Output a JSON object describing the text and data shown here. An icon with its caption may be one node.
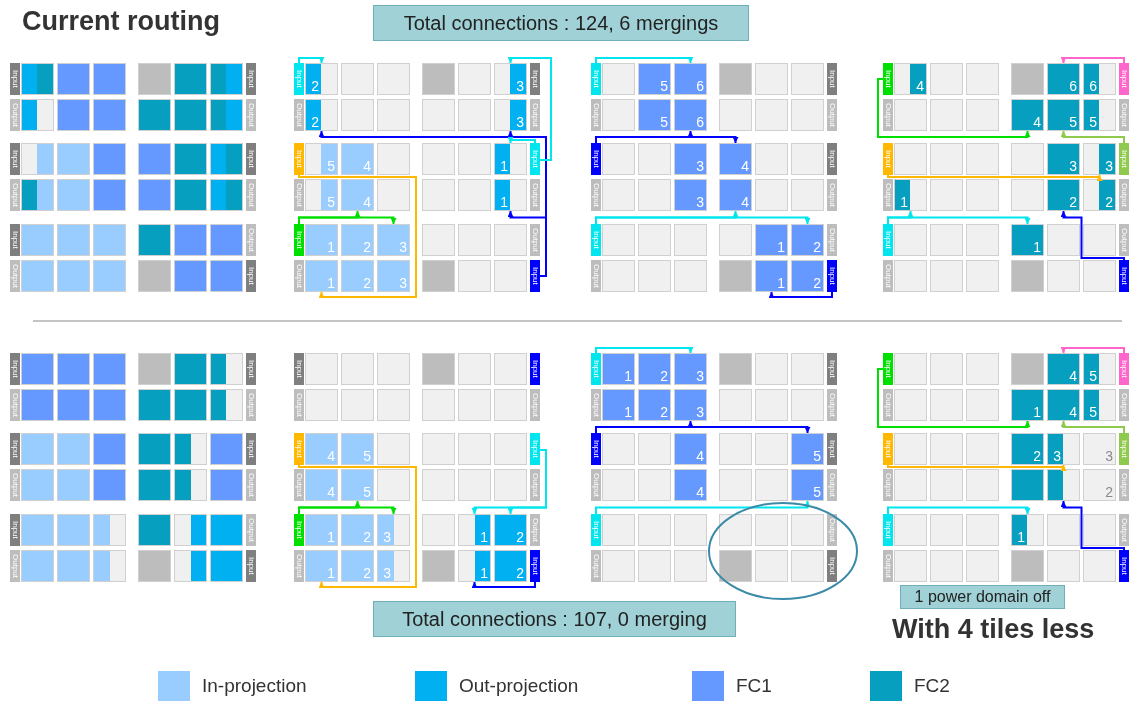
{
  "diagram": {
    "title": "Current routing",
    "nodes": [
      {
        "text": [
          "Total connections : 124, 6 mergings"
        ]
      },
      {
        "text": [
          "1 power domain off"
        ]
      },
      {
        "text": [
          "Total connections : 107, 0 merging"
        ]
      },
      {
        "text": [
          "Input"
        ]
      },
      {
        "text": [],
        "shape": "box"
      },
      {
        "text": [],
        "shape": "box"
      },
      {
        "text": [],
        "shape": "box"
      },
      {
        "text": [],
        "shape": "box"
      },
      {
        "text": [],
        "shape": "box"
      },
      {
        "text": [],
        "shape": "box"
      },
      {
        "text": [
          "Input"
        ]
      },
      {
        "text": [
          "Output"
        ]
      },
      {
        "text": [],
        "shape": "box"
      },
      {
        "text": [],
        "shape": "box"
      },
      {
        "text": [],
        "shape": "box"
      },
      {
        "text": [],
        "shape": "box"
      },
      {
        "text": [],
        "shape": "box"
      },
      {
        "text": [],
        "shape": "box"
      },
      {
        "text": [
          "Output"
        ]
      },
      {
        "text": [
          "Input"
        ]
      },
      {
        "text": [],
        "shape": "box"
      },
      {
        "text": [],
        "shape": "box"
      },
      {
        "text": [],
        "shape": "box"
      },
      {
        "text": [],
        "shape": "box"
      },
      {
        "text": [],
        "shape": "box"
      },
      {
        "text": [],
        "shape": "box"
      },
      {
        "text": [
          "Input"
        ]
      },
      {
        "text": [
          "Output"
        ]
      },
      {
        "text": [],
        "shape": "box"
      },
      {
        "text": [],
        "shape": "box"
      },
      {
        "text": [],
        "shape": "box"
      },
      {
        "text": [],
        "shape": "box"
      },
      {
        "text": [],
        "shape": "box"
      },
      {
        "text": [],
        "shape": "box"
      },
      {
        "text": [
          "Output"
        ]
      },
      {
        "text": [
          "Input"
        ]
      },
      {
        "text": [],
        "shape": "box"
      },
      {
        "text": [],
        "shape": "box"
      },
      {
        "text": [],
        "shape": "box"
      },
      {
        "text": [],
        "shape": "box"
      },
      {
        "text": [],
        "shape": "box"
      },
      {
        "text": [],
        "shape": "box"
      },
      {
        "text": [
          "Output"
        ]
      },
      {
        "text": [
          "Output"
        ]
      },
      {
        "text": [],
        "shape": "box"
      },
      {
        "text": [],
        "shape": "box"
      },
      {
        "text": [],
        "shape": "box"
      },
      {
        "text": [],
        "shape": "box"
      },
      {
        "text": [],
        "shape": "box"
      },
      {
        "text": [],
        "shape": "box"
      },
      {
        "text": [
          "Input"
        ]
      },
      {
        "text": [
          "Input"
        ]
      },
      {
        "text": [
          "2"
        ]
      },
      {
        "text": [],
        "shape": "box"
      },
      {
        "text": [],
        "shape": "box"
      },
      {
        "text": [],
        "shape": "box"
      },
      {
        "text": [],
        "shape": "box"
      },
      {
        "text": [
          "3"
        ]
      },
      {
        "text": [
          "Input"
        ]
      },
      {
        "text": [
          "Output"
        ]
      },
      {
        "text": [
          "2"
        ]
      },
      {
        "text": [],
        "shape": "box"
      },
      {
        "text": [],
        "shape": "box"
      },
      {
        "text": [],
        "shape": "box"
      },
      {
        "text": [],
        "shape": "box"
      },
      {
        "text": [
          "3"
        ]
      },
      {
        "text": [
          "Output"
        ]
      },
      {
        "text": [
          "Input"
        ]
      },
      {
        "text": [
          "5"
        ]
      },
      {
        "text": [
          "4"
        ]
      },
      {
        "text": [],
        "shape": "box"
      },
      {
        "text": [],
        "shape": "box"
      },
      {
        "text": [],
        "shape": "box"
      },
      {
        "text": [
          "1"
        ]
      },
      {
        "text": [
          "Input"
        ]
      },
      {
        "text": [
          "Output"
        ]
      },
      {
        "text": [
          "5"
        ]
      },
      {
        "text": [
          "4"
        ]
      },
      {
        "text": [],
        "shape": "box"
      },
      {
        "text": [],
        "shape": "box"
      },
      {
        "text": [],
        "shape": "box"
      },
      {
        "text": [
          "1"
        ]
      },
      {
        "text": [
          "Output"
        ]
      },
      {
        "text": [
          "Input"
        ]
      },
      {
        "text": [
          "1"
        ]
      },
      {
        "text": [
          "2"
        ]
      },
      {
        "text": [
          "3"
        ]
      },
      {
        "text": [],
        "shape": "box"
      },
      {
        "text": [],
        "shape": "box"
      },
      {
        "text": [],
        "shape": "box"
      },
      {
        "text": [
          "Output"
        ]
      },
      {
        "text": [
          "Output"
        ]
      },
      {
        "text": [
          "1"
        ]
      },
      {
        "text": [
          "2"
        ]
      },
      {
        "text": [
          "3"
        ]
      },
      {
        "text": [],
        "shape": "box"
      },
      {
        "text": [],
        "shape": "box"
      },
      {
        "text": [],
        "shape": "box"
      },
      {
        "text": [
          "Input"
        ]
      },
      {
        "text": [
          "Input"
        ]
      },
      {
        "text": [],
        "shape": "box"
      },
      {
        "text": [
          "5"
        ]
      },
      {
        "text": [
          "6"
        ]
      },
      {
        "text": [],
        "shape": "box"
      },
      {
        "text": [],
        "shape": "box"
      },
      {
        "text": [],
        "shape": "box"
      },
      {
        "text": [
          "Input"
        ]
      },
      {
        "text": [
          "Output"
        ]
      },
      {
        "text": [],
        "shape": "box"
      },
      {
        "text": [
          "5"
        ]
      },
      {
        "text": [
          "6"
        ]
      },
      {
        "text": [],
        "shape": "box"
      },
      {
        "text": [],
        "shape": "box"
      },
      {
        "text": [],
        "shape": "box"
      },
      {
        "text": [
          "Output"
        ]
      },
      {
        "text": [
          "Input"
        ]
      },
      {
        "text": [],
        "shape": "box"
      },
      {
        "text": [],
        "shape": "box"
      },
      {
        "text": [
          "3"
        ]
      },
      {
        "text": [
          "4"
        ]
      },
      {
        "text": [],
        "shape": "box"
      },
      {
        "text": [],
        "shape": "box"
      },
      {
        "text": [
          "Input"
        ]
      },
      {
        "text": [
          "Output"
        ]
      },
      {
        "text": [],
        "shape": "box"
      },
      {
        "text": [],
        "shape": "box"
      },
      {
        "text": [
          "3"
        ]
      },
      {
        "text": [
          "4"
        ]
      },
      {
        "text": [],
        "shape": "box"
      },
      {
        "text": [],
        "shape": "box"
      },
      {
        "text": [
          "Output"
        ]
      },
      {
        "text": [
          "Input"
        ]
      },
      {
        "text": [],
        "shape": "box"
      },
      {
        "text": [],
        "shape": "box"
      },
      {
        "text": [],
        "shape": "box"
      },
      {
        "text": [],
        "shape": "box"
      },
      {
        "text": [
          "1"
        ]
      },
      {
        "text": [
          "2"
        ]
      },
      {
        "text": [
          "Output"
        ]
      },
      {
        "text": [
          "Output"
        ]
      },
      {
        "text": [],
        "shape": "box"
      },
      {
        "text": [],
        "shape": "box"
      },
      {
        "text": [],
        "shape": "box"
      },
      {
        "text": [],
        "shape": "box"
      },
      {
        "text": [
          "1"
        ]
      },
      {
        "text": [
          "2"
        ]
      },
      {
        "text": [
          "Input"
        ]
      },
      {
        "text": [
          "Input"
        ]
      },
      {
        "text": [
          "4"
        ]
      },
      {
        "text": [],
        "shape": "box"
      },
      {
        "text": [],
        "shape": "box"
      },
      {
        "text": [],
        "shape": "box"
      },
      {
        "text": [
          "6"
        ]
      },
      {
        "text": [
          "6"
        ]
      },
      {
        "text": [
          "Input"
        ]
      },
      {
        "text": [
          "Output"
        ]
      },
      {
        "text": [],
        "shape": "box"
      },
      {
        "text": [],
        "shape": "box"
      },
      {
        "text": [],
        "shape": "box"
      },
      {
        "text": [
          "4"
        ]
      },
      {
        "text": [
          "5"
        ]
      },
      {
        "text": [
          "5"
        ]
      },
      {
        "text": [
          "Output"
        ]
      },
      {
        "text": [
          "Input"
        ]
      },
      {
        "text": [],
        "shape": "box"
      },
      {
        "text": [],
        "shape": "box"
      },
      {
        "text": [],
        "shape": "box"
      },
      {
        "text": [],
        "shape": "box"
      },
      {
        "text": [
          "3"
        ]
      },
      {
        "text": [
          "3"
        ]
      },
      {
        "text": [
          "Input"
        ]
      },
      {
        "text": [
          "Output"
        ]
      },
      {
        "text": [
          "1"
        ]
      },
      {
        "text": [],
        "shape": "box"
      },
      {
        "text": [],
        "shape": "box"
      },
      {
        "text": [],
        "shape": "box"
      },
      {
        "text": [
          "2"
        ]
      },
      {
        "text": [
          "2"
        ]
      },
      {
        "text": [
          "Output"
        ]
      },
      {
        "text": [
          "Input"
        ]
      },
      {
        "text": [],
        "shape": "box"
      },
      {
        "text": [],
        "shape": "box"
      },
      {
        "text": [],
        "shape": "box"
      },
      {
        "text": [
          "1"
        ]
      },
      {
        "text": [],
        "shape": "box"
      },
      {
        "text": [],
        "shape": "box"
      },
      {
        "text": [
          "Output"
        ]
      },
      {
        "text": [
          "Output"
        ]
      },
      {
        "text": [],
        "shape": "box"
      },
      {
        "text": [],
        "shape": "box"
      },
      {
        "text": [],
        "shape": "box"
      },
      {
        "text": [],
        "shape": "box"
      },
      {
        "text": [],
        "shape": "box"
      },
      {
        "text": [],
        "shape": "box"
      },
      {
        "text": [
          "Input"
        ]
      },
      {
        "text": [
          "Input"
        ]
      },
      {
        "text": [],
        "shape": "box"
      },
      {
        "text": [],
        "shape": "box"
      },
      {
        "text": [],
        "shape": "box"
      },
      {
        "text": [],
        "shape": "box"
      },
      {
        "text": [],
        "shape": "box"
      },
      {
        "text": [],
        "shape": "box"
      },
      {
        "text": [
          "Input"
        ]
      },
      {
        "text": [
          "Output"
        ]
      },
      {
        "text": [],
        "shape": "box"
      },
      {
        "text": [],
        "shape": "box"
      },
      {
        "text": [],
        "shape": "box"
      },
      {
        "text": [],
        "shape": "box"
      },
      {
        "text": [],
        "shape": "box"
      },
      {
        "text": [],
        "shape": "box"
      },
      {
        "text": [
          "Output"
        ]
      },
      {
        "text": [
          "Input"
        ]
      },
      {
        "text": [],
        "shape": "box"
      },
      {
        "text": [],
        "shape": "box"
      },
      {
        "text": [],
        "shape": "box"
      },
      {
        "text": [],
        "shape": "box"
      },
      {
        "text": [],
        "shape": "box"
      },
      {
        "text": [],
        "shape": "box"
      },
      {
        "text": [
          "Input"
        ]
      },
      {
        "text": [
          "Output"
        ]
      },
      {
        "text": [],
        "shape": "box"
      },
      {
        "text": [],
        "shape": "box"
      },
      {
        "text": [],
        "shape": "box"
      },
      {
        "text": [],
        "shape": "box"
      },
      {
        "text": [],
        "shape": "box"
      },
      {
        "text": [],
        "shape": "box"
      },
      {
        "text": [
          "Output"
        ]
      },
      {
        "text": [
          "Input"
        ]
      },
      {
        "text": [],
        "shape": "box"
      },
      {
        "text": [],
        "shape": "box"
      },
      {
        "text": [],
        "shape": "box"
      },
      {
        "text": [],
        "shape": "box"
      },
      {
        "text": [],
        "shape": "box"
      },
      {
        "text": [],
        "shape": "box"
      },
      {
        "text": [
          "Output"
        ]
      },
      {
        "text": [
          "Output"
        ]
      },
      {
        "text": [],
        "shape": "box"
      },
      {
        "text": [],
        "shape": "box"
      },
      {
        "text": [],
        "shape": "box"
      },
      {
        "text": [],
        "shape": "box"
      },
      {
        "text": [],
        "shape": "box"
      },
      {
        "text": [],
        "shape": "box"
      },
      {
        "text": [
          "Input"
        ]
      },
      {
        "text": [
          "Input"
        ]
      },
      {
        "text": [],
        "shape": "box"
      },
      {
        "text": [],
        "shape": "box"
      },
      {
        "text": [],
        "shape": "box"
      },
      {
        "text": [],
        "shape": "box"
      },
      {
        "text": [],
        "shape": "box"
      },
      {
        "text": [],
        "shape": "box"
      },
      {
        "text": [
          "Input"
        ]
      },
      {
        "text": [
          "Output"
        ]
      },
      {
        "text": [],
        "shape": "box"
      },
      {
        "text": [],
        "shape": "box"
      },
      {
        "text": [],
        "shape": "box"
      },
      {
        "text": [],
        "shape": "box"
      },
      {
        "text": [],
        "shape": "box"
      },
      {
        "text": [],
        "shape": "box"
      },
      {
        "text": [
          "Output"
        ]
      },
      {
        "text": [
          "Input"
        ]
      },
      {
        "text": [
          "4"
        ]
      },
      {
        "text": [
          "5"
        ]
      },
      {
        "text": [],
        "shape": "box"
      },
      {
        "text": [],
        "shape": "box"
      },
      {
        "text": [],
        "shape": "box"
      },
      {
        "text": [],
        "shape": "box"
      },
      {
        "text": [
          "Input"
        ]
      },
      {
        "text": [
          "Output"
        ]
      },
      {
        "text": [
          "4"
        ]
      },
      {
        "text": [
          "5"
        ]
      },
      {
        "text": [],
        "shape": "box"
      },
      {
        "text": [],
        "shape": "box"
      },
      {
        "text": [],
        "shape": "box"
      },
      {
        "text": [],
        "shape": "box"
      },
      {
        "text": [
          "Output"
        ]
      },
      {
        "text": [
          "Input"
        ]
      },
      {
        "text": [
          "1"
        ]
      },
      {
        "text": [
          "2"
        ]
      },
      {
        "text": [
          "3"
        ]
      },
      {
        "text": [],
        "shape": "box"
      },
      {
        "text": [
          "1"
        ]
      },
      {
        "text": [
          "2"
        ]
      },
      {
        "text": [
          "Output"
        ]
      },
      {
        "text": [
          "Output"
        ]
      },
      {
        "text": [
          "1"
        ]
      },
      {
        "text": [
          "2"
        ]
      },
      {
        "text": [
          "3"
        ]
      },
      {
        "text": [],
        "shape": "box"
      },
      {
        "text": [
          "1"
        ]
      },
      {
        "text": [
          "2"
        ]
      },
      {
        "text": [
          "Input"
        ]
      },
      {
        "text": [
          "Input"
        ]
      },
      {
        "text": [
          "1"
        ]
      },
      {
        "text": [
          "2"
        ]
      },
      {
        "text": [
          "3"
        ]
      },
      {
        "text": [],
        "shape": "box"
      },
      {
        "text": [],
        "shape": "box"
      },
      {
        "text": [],
        "shape": "box"
      },
      {
        "text": [
          "Input"
        ]
      },
      {
        "text": [
          "Output"
        ]
      },
      {
        "text": [
          "1"
        ]
      },
      {
        "text": [
          "2"
        ]
      },
      {
        "text": [
          "3"
        ]
      },
      {
        "text": [],
        "shape": "box"
      },
      {
        "text": [],
        "shape": "box"
      },
      {
        "text": [],
        "shape": "box"
      },
      {
        "text": [
          "Output"
        ]
      },
      {
        "text": [
          "Input"
        ]
      },
      {
        "text": [],
        "shape": "box"
      },
      {
        "text": [],
        "shape": "box"
      },
      {
        "text": [
          "4"
        ]
      },
      {
        "text": [],
        "shape": "box"
      },
      {
        "text": [],
        "shape": "box"
      },
      {
        "text": [
          "5"
        ]
      },
      {
        "text": [
          "Input"
        ]
      },
      {
        "text": [
          "Output"
        ]
      },
      {
        "text": [],
        "shape": "box"
      },
      {
        "text": [],
        "shape": "box"
      },
      {
        "text": [
          "4"
        ]
      },
      {
        "text": [],
        "shape": "box"
      },
      {
        "text": [],
        "shape": "box"
      },
      {
        "text": [
          "5"
        ]
      },
      {
        "text": [
          "Output"
        ]
      },
      {
        "text": [
          "Input"
        ]
      },
      {
        "text": [],
        "shape": "box"
      },
      {
        "text": [],
        "shape": "box"
      },
      {
        "text": [],
        "shape": "box"
      },
      {
        "text": [],
        "shape": "box"
      },
      {
        "text": [],
        "shape": "box"
      },
      {
        "text": [],
        "shape": "box"
      },
      {
        "text": [
          "Output"
        ]
      },
      {
        "text": [
          "Output"
        ]
      },
      {
        "text": [],
        "shape": "box"
      },
      {
        "text": [],
        "shape": "box"
      },
      {
        "text": [],
        "shape": "box"
      },
      {
        "text": [],
        "shape": "box"
      },
      {
        "text": [],
        "shape": "box"
      },
      {
        "text": [],
        "shape": "box"
      },
      {
        "text": [
          "Input"
        ]
      },
      {
        "text": [
          "Input"
        ]
      },
      {
        "text": [],
        "shape": "box"
      },
      {
        "text": [],
        "shape": "box"
      },
      {
        "text": [],
        "shape": "box"
      },
      {
        "text": [],
        "shape": "box"
      },
      {
        "text": [
          "4"
        ]
      },
      {
        "text": [
          "5"
        ]
      },
      {
        "text": [
          "Input"
        ]
      },
      {
        "text": [
          "Output"
        ]
      },
      {
        "text": [],
        "shape": "box"
      },
      {
        "text": [],
        "shape": "box"
      },
      {
        "text": [],
        "shape": "box"
      },
      {
        "text": [
          "1"
        ]
      },
      {
        "text": [
          "4"
        ]
      },
      {
        "text": [
          "5"
        ]
      },
      {
        "text": [
          "Output"
        ]
      },
      {
        "text": [
          "Input"
        ]
      },
      {
        "text": [],
        "shape": "box"
      },
      {
        "text": [],
        "shape": "box"
      },
      {
        "text": [],
        "shape": "box"
      },
      {
        "text": [
          "2"
        ]
      },
      {
        "text": [
          "3"
        ]
      },
      {
        "text": [
          "3"
        ]
      },
      {
        "text": [
          "Input"
        ]
      },
      {
        "text": [
          "Output"
        ]
      },
      {
        "text": [],
        "shape": "box"
      },
      {
        "text": [],
        "shape": "box"
      },
      {
        "text": [],
        "shape": "box"
      },
      {
        "text": [],
        "shape": "box"
      },
      {
        "text": [],
        "shape": "box"
      },
      {
        "text": [
          "2"
        ]
      },
      {
        "text": [
          "Output"
        ]
      },
      {
        "text": [
          "Input"
        ]
      },
      {
        "text": [],
        "shape": "box"
      },
      {
        "text": [],
        "shape": "box"
      },
      {
        "text": [],
        "shape": "box"
      },
      {
        "text": [
          "1"
        ]
      },
      {
        "text": [],
        "shape": "box"
      },
      {
        "text": [],
        "shape": "box"
      },
      {
        "text": [
          "Output"
        ]
      },
      {
        "text": [
          "Output"
        ]
      },
      {
        "text": [],
        "shape": "box"
      },
      {
        "text": [],
        "shape": "box"
      },
      {
        "text": [],
        "shape": "box"
      },
      {
        "text": [],
        "shape": "box"
      },
      {
        "text": [],
        "shape": "box"
      },
      {
        "text": [],
        "shape": "box"
      },
      {
        "text": [
          "Input"
        ]
      }
    ],
    "edges": [
      {
        "from": 51,
        "to": 52,
        "arrow": "to"
      },
      {
        "from": 98,
        "to": 60,
        "arrow": "to",
        "color": "#0000ff"
      },
      {
        "from": 98,
        "to": 65,
        "arrow": "to",
        "color": "#0000ff"
      },
      {
        "from": 98,
        "to": 81,
        "arrow": "to",
        "color": "#0000ff"
      },
      {
        "from": 74,
        "to": 57,
        "arrow": "to"
      },
      {
        "from": 74,
        "to": 73,
        "arrow": "to"
      },
      {
        "from": 67,
        "to": 92,
        "arrow": "to",
        "color": "#ffb800"
      },
      {
        "from": 83,
        "to": 86,
        "arrow": "to",
        "color": "#00e000"
      },
      {
        "from": 83,
        "to": 77,
        "arrow": "to",
        "color": "#00e000"
      },
      {
        "from": 99,
        "to": 102,
        "arrow": "to"
      },
      {
        "from": 115,
        "to": 119,
        "arrow": "to",
        "color": "#0000ff"
      },
      {
        "from": 115,
        "to": 110,
        "arrow": "to",
        "color": "#0000ff"
      },
      {
        "from": 131,
        "to": 137,
        "arrow": "to"
      },
      {
        "from": 131,
        "to": 127,
        "arrow": "to"
      },
      {
        "from": 146,
        "to": 144,
        "arrow": "to",
        "color": "#0000ff"
      },
      {
        "from": 147,
        "to": 159,
        "arrow": "to",
        "color": "#00e000"
      },
      {
        "from": 154,
        "to": 152,
        "arrow": "to",
        "color": "#ff66cc"
      },
      {
        "from": 170,
        "to": 160,
        "arrow": "to",
        "color": "#8fca4e"
      },
      {
        "from": 163,
        "to": 169,
        "arrow": "to",
        "color": "#ffb800"
      },
      {
        "from": 179,
        "to": 183,
        "arrow": "to"
      },
      {
        "from": 179,
        "to": 172,
        "arrow": "to"
      },
      {
        "from": 194,
        "to": 176,
        "arrow": "to",
        "color": "#0000ff"
      },
      {
        "from": 259,
        "to": 284,
        "arrow": "to",
        "color": "#ffb800"
      },
      {
        "from": 275,
        "to": 278,
        "arrow": "to",
        "color": "#00e000"
      },
      {
        "from": 275,
        "to": 269,
        "arrow": "to",
        "color": "#00e000"
      },
      {
        "from": 266,
        "to": 280,
        "arrow": "to"
      },
      {
        "from": 266,
        "to": 281,
        "arrow": "to"
      },
      {
        "from": 290,
        "to": 288,
        "arrow": "to",
        "color": "#0000ff"
      },
      {
        "from": 291,
        "to": 294,
        "arrow": "to"
      },
      {
        "from": 307,
        "to": 313,
        "arrow": "to",
        "color": "#0000ff"
      },
      {
        "from": 307,
        "to": 302,
        "arrow": "to",
        "color": "#0000ff"
      },
      {
        "from": 323,
        "to": 321,
        "arrow": "to"
      },
      {
        "from": 339,
        "to": 351,
        "arrow": "to",
        "color": "#00e000"
      },
      {
        "from": 346,
        "to": 344,
        "arrow": "to",
        "color": "#ff66cc"
      },
      {
        "from": 362,
        "to": 352,
        "arrow": "to",
        "color": "#8fca4e"
      },
      {
        "from": 355,
        "to": 360,
        "arrow": "to",
        "color": "#ffb800"
      },
      {
        "from": 371,
        "to": 375,
        "arrow": "to"
      },
      {
        "from": 386,
        "to": 368,
        "arrow": "to",
        "color": "#0000ff"
      }
    ],
    "labels": [
      "With 4 tiles less"
    ],
    "legend": [
      {
        "text": "In-projection",
        "color": "#99ccff"
      },
      {
        "text": "Out-projection",
        "color": "#00b0f0"
      },
      {
        "text": "FC1",
        "color": "#6699ff"
      },
      {
        "text": "FC2",
        "color": "#069fbf"
      }
    ]
  }
}
